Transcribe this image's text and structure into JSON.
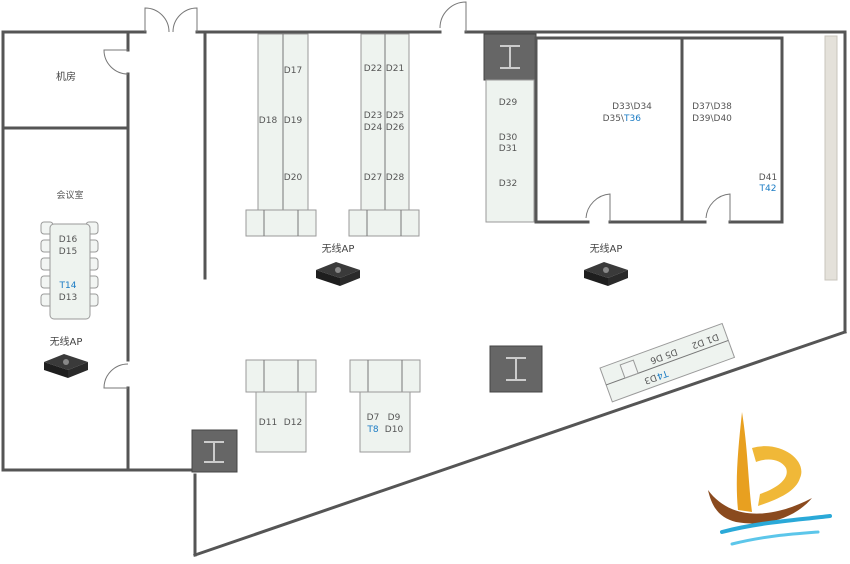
{
  "rooms": {
    "server_room": "机房",
    "meeting_room": "会议室"
  },
  "access_points": {
    "ap1_label": "无线AP",
    "ap2_label": "无线AP",
    "ap3_label": "无线AP"
  },
  "desks": {
    "d17": "D17",
    "d18": "D18",
    "d19": "D19",
    "d20": "D20",
    "d22": "D22",
    "d21": "D21",
    "d23": "D23",
    "d25": "D25",
    "d24": "D24",
    "d26": "D26",
    "d27": "D27",
    "d28": "D28",
    "d29": "D29",
    "d30": "D30",
    "d31": "D31",
    "d32": "D32",
    "d33_34": "D33\\D34",
    "d35": "D35\\",
    "t36": "T36",
    "d37_38": "D37\\D38",
    "d39_40": "D39\\D40",
    "d41": "D41",
    "t42": "T42",
    "d16": "D16",
    "d15": "D15",
    "t14": "T14",
    "d13": "D13",
    "d11": "D11",
    "d12": "D12",
    "d7": "D7",
    "d9": "D9",
    "t8": "T8",
    "d10": "D10",
    "d1_d2": "D1 D2",
    "d5_d6": "D5 D6",
    "d3": "D3 ",
    "t4": "T4"
  },
  "colors": {
    "wall": "#555555",
    "desk_fill": "#eef3ef",
    "pillar": "#666666",
    "terminal_label": "#1a7bc4",
    "logo_gold": "#e8a020",
    "logo_brown": "#8a4a1e",
    "logo_blue": "#2aa9d8"
  },
  "icons": [
    "wireless-ap-icon",
    "pillar-icon",
    "company-logo"
  ]
}
